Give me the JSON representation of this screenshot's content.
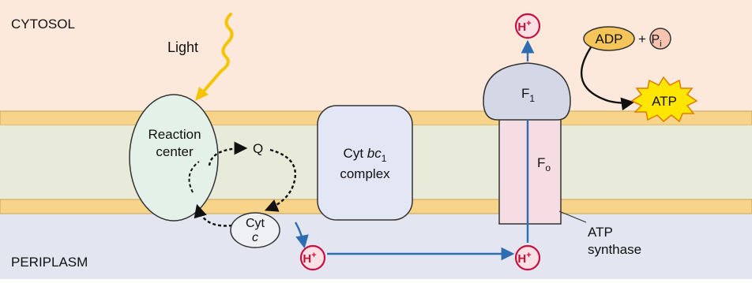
{
  "regions": {
    "top": "CYTOSOL",
    "bottom": "PERIPLASM"
  },
  "light": {
    "label": "Light"
  },
  "reaction_center": {
    "line1": "Reaction",
    "line2": "center"
  },
  "quinone": {
    "label": "Q"
  },
  "cyt_c": {
    "line1": "Cyt",
    "line2": "c"
  },
  "cyt_bc1": {
    "prefix": "Cyt ",
    "italic": "bc",
    "subscript": "1",
    "line2": "complex"
  },
  "atp_synthase": {
    "f1": "F",
    "f1_sub": "1",
    "fo": "F",
    "fo_sub": "o",
    "label_line1": "ATP",
    "label_line2": "synthase"
  },
  "proton": {
    "symbol": "H",
    "charge": "+"
  },
  "adp": {
    "label": "ADP"
  },
  "plus": "+",
  "pi": {
    "symbol": "P",
    "subscript": "i"
  },
  "atp": {
    "label": "ATP"
  },
  "colors": {
    "cytosol": "#fde9dc",
    "periplasm": "#e3e6f0",
    "membrane_outer": "#f7d48a",
    "membrane_inner": "#e8ebd9",
    "reaction_center_fill": "#e4f1e8",
    "cyt_bc1_fill": "#e3e6f4",
    "f1_fill": "#d4d7e6",
    "fo_fill": "#f5dde3",
    "proton_ring": "#c8103f",
    "proton_fill": "#fde0e4",
    "arrow_blue": "#2f6db2",
    "light_wave": "#f5c400",
    "adp_fill": "#f6c55a",
    "pi_fill": "#f7c4b0",
    "atp_fill": "#ffe600"
  }
}
